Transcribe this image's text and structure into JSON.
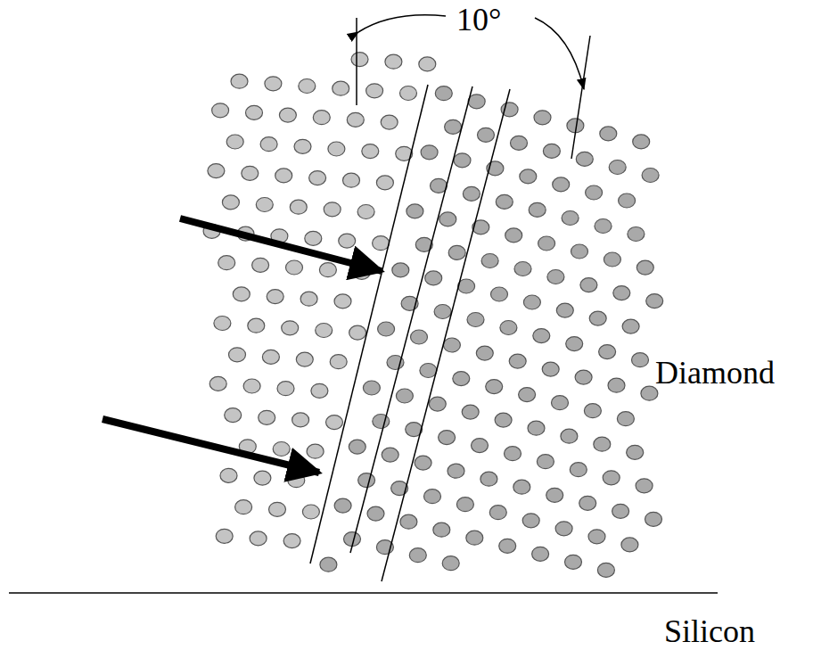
{
  "diagram": {
    "labels": [
      "10°",
      "Diamond",
      "Silicon"
    ]
  }
}
